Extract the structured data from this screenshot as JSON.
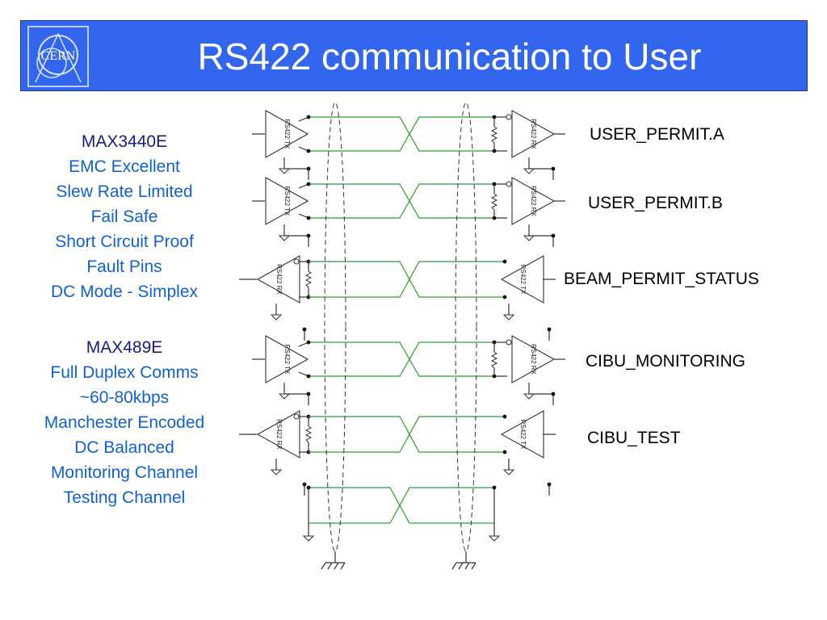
{
  "title": "RS422 communication to User",
  "logo_text": "CERN",
  "colors": {
    "title_bg": "#3366ee",
    "wire": "#2ca02c",
    "heading": "#1a1a8c",
    "item": "#1060d8"
  },
  "specs": [
    {
      "heading": "MAX3440E",
      "items": [
        "EMC Excellent",
        "Slew Rate Limited",
        "Fail Safe",
        "Short Circuit Proof",
        "Fault Pins",
        "DC Mode - Simplex"
      ]
    },
    {
      "heading": "MAX489E",
      "items": [
        "Full Duplex Comms",
        "~60-80kbps",
        "Manchester Encoded",
        "DC Balanced",
        "Monitoring Channel",
        "Testing Channel"
      ]
    }
  ],
  "channels": [
    {
      "signal": "USER_PERMIT.A",
      "direction": "to_user",
      "left_chip": "RS422 TX",
      "right_chip": "RS422 RX"
    },
    {
      "signal": "USER_PERMIT.B",
      "direction": "to_user",
      "left_chip": "RS422 TX",
      "right_chip": "RS422 RX"
    },
    {
      "signal": "BEAM_PERMIT_STATUS",
      "direction": "from_user",
      "left_chip": "RS422 RX",
      "right_chip": "RS422 TX"
    },
    {
      "signal": "CIBU_MONITORING",
      "direction": "to_user",
      "left_chip": "RS422 TX",
      "right_chip": "RS422 RX"
    },
    {
      "signal": "CIBU_TEST",
      "direction": "from_user",
      "left_chip": "RS422 RX",
      "right_chip": "RS422 TX"
    }
  ]
}
